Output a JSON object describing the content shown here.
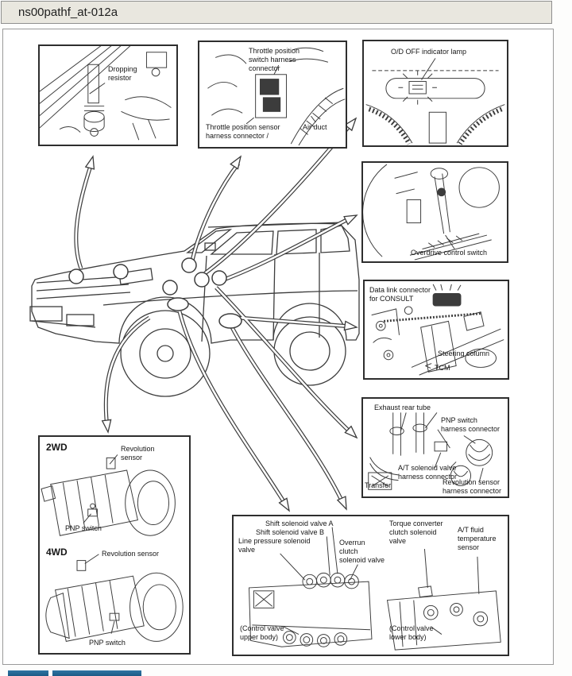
{
  "window": {
    "title": "ns00pathf_at-012a"
  },
  "diagram": {
    "callouts": {
      "dropping_resistor": {
        "label": "Dropping resistor"
      },
      "throttle": {
        "switch_connector": "Throttle position switch harness connector",
        "sensor_connector": "Throttle position sensor harness connector /",
        "air_duct": "Air duct"
      },
      "od_off": {
        "label": "O/D OFF indicator lamp"
      },
      "overdrive": {
        "label": "Overdrive control switch"
      },
      "data_link": {
        "connector": "Data link connector for CONSULT",
        "steering_column": "Steering column",
        "tcm": "TCM"
      },
      "exhaust": {
        "rear_tube": "Exhaust rear tube",
        "pnp_connector": "PNP switch harness connector",
        "solenoid_connector": "A/T solenoid valve harness connector",
        "transfer": "Transfer",
        "revolution_connector": "Revolution sensor harness connector"
      },
      "transmission": {
        "mode_2wd": "2WD",
        "rev_sensor_2wd": "Revolution sensor",
        "pnp_2wd": "PNP switch",
        "mode_4wd": "4WD",
        "rev_sensor_4wd": "Revolution sensor",
        "pnp_4wd": "PNP switch"
      },
      "control_valve": {
        "shift_a": "Shift solenoid valve A",
        "shift_b": "Shift solenoid valve B",
        "line_pressure": "Line pressure solenoid valve",
        "overrun": "Overrun clutch solenoid valve",
        "torque_converter": "Torque converter clutch solenoid valve",
        "fluid_temp": "A/T fluid temperature sensor",
        "upper_body": "(Control valve upper body)",
        "lower_body": "(Control valve lower body)"
      }
    }
  },
  "colors": {
    "line_art": "#3c3c3c",
    "titlebar_bg": "#e9e7df",
    "footer_button": "#1e6391"
  }
}
